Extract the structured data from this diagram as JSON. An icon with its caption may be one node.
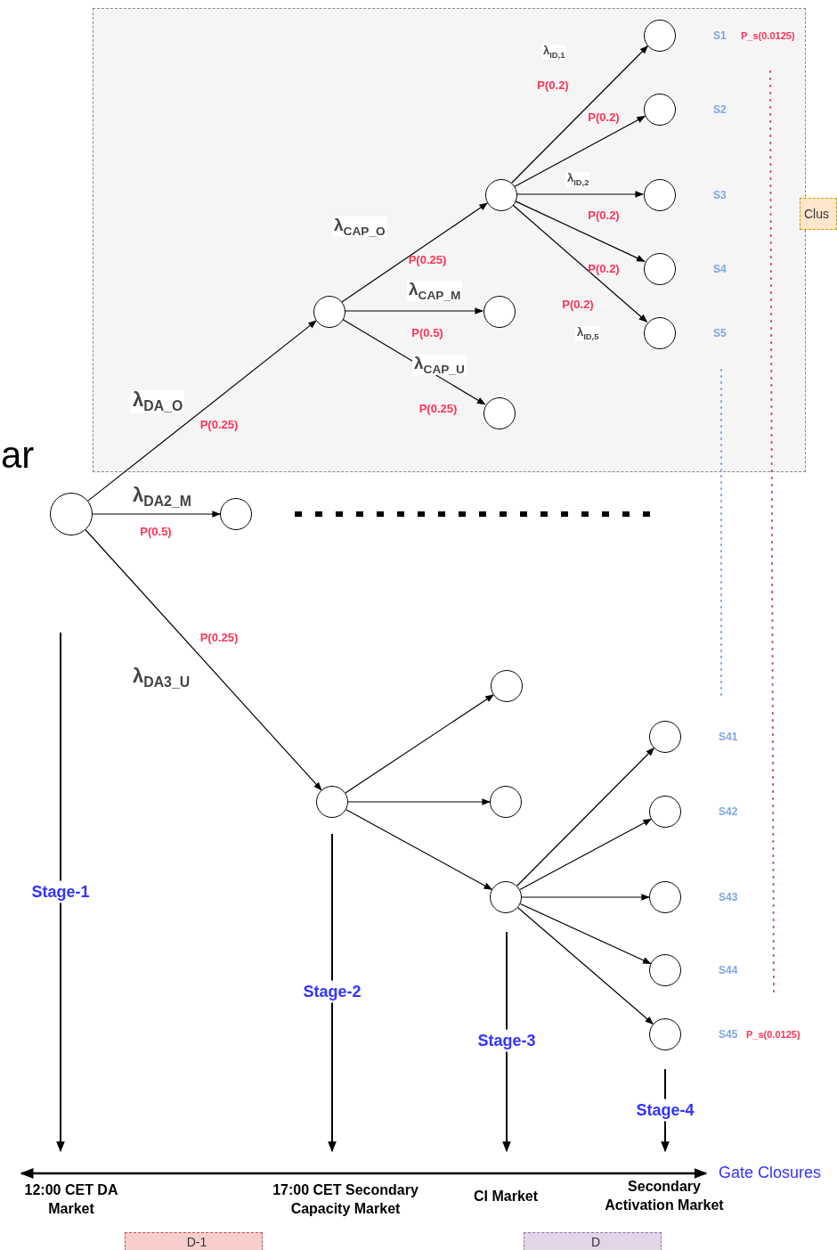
{
  "diagram": {
    "nodes": [
      {
        "text": [],
        "shape": "box"
      },
      {
        "text": [],
        "shape": "circle"
      },
      {
        "text": [],
        "shape": "circle",
        "in": 0
      },
      {
        "text": [],
        "shape": "circle",
        "in": 0
      },
      {
        "text": [],
        "shape": "circle",
        "in": 0
      },
      {
        "text": [],
        "shape": "circle",
        "in": 0
      },
      {
        "text": [],
        "shape": "circle",
        "in": 0,
        "beside": [
          "S1",
          "P_s(0.0125)"
        ]
      },
      {
        "text": [],
        "shape": "circle",
        "in": 0,
        "beside": [
          "S2"
        ]
      },
      {
        "text": [],
        "shape": "circle",
        "in": 0,
        "beside": [
          "S3"
        ]
      },
      {
        "text": [],
        "shape": "circle",
        "in": 0,
        "beside": [
          "S4"
        ]
      },
      {
        "text": [],
        "shape": "circle",
        "in": 0,
        "beside": [
          "S5"
        ]
      },
      {
        "text": [],
        "shape": "circle"
      },
      {
        "text": [],
        "shape": "circle"
      },
      {
        "text": [],
        "shape": "circle"
      },
      {
        "text": [],
        "shape": "circle"
      },
      {
        "text": [],
        "shape": "circle"
      },
      {
        "text": [],
        "shape": "circle",
        "beside": [
          "S41"
        ]
      },
      {
        "text": [],
        "shape": "circle",
        "beside": [
          "S42"
        ]
      },
      {
        "text": [],
        "shape": "circle",
        "beside": [
          "S43"
        ]
      },
      {
        "text": [],
        "shape": "circle",
        "beside": [
          "S44"
        ]
      },
      {
        "text": [],
        "shape": "circle",
        "beside": [
          "S45",
          "P_s(0.0125)"
        ]
      },
      {
        "text": [
          "Clus"
        ]
      },
      {
        "text": [
          "D-1"
        ]
      },
      {
        "text": [
          "D"
        ]
      }
    ],
    "edges": [
      {
        "from": 1,
        "to": 2,
        "arrow": "to",
        "label": "P(0.25)"
      },
      {
        "from": 1,
        "to": 11,
        "arrow": "to",
        "label": "P(0.5)"
      },
      {
        "from": 1,
        "to": 12,
        "arrow": "to",
        "label": "P(0.25)"
      },
      {
        "from": 2,
        "to": 3,
        "arrow": "to",
        "label": "P(0.25)"
      },
      {
        "from": 2,
        "to": 4,
        "arrow": "to",
        "label": "P(0.5)"
      },
      {
        "from": 2,
        "to": 5,
        "arrow": "to",
        "label": "P(0.25)"
      },
      {
        "from": 3,
        "to": 6,
        "arrow": "to",
        "label": "P(0.2)"
      },
      {
        "from": 3,
        "to": 7,
        "arrow": "to",
        "label": "P(0.2)"
      },
      {
        "from": 3,
        "to": 8,
        "arrow": "to",
        "label": "P(0.2)"
      },
      {
        "from": 3,
        "to": 9,
        "arrow": "to",
        "label": "P(0.2)"
      },
      {
        "from": 3,
        "to": 10,
        "arrow": "to",
        "label": "P(0.2)"
      },
      {
        "from": 12,
        "to": 13,
        "arrow": "to"
      },
      {
        "from": 12,
        "to": 14,
        "arrow": "to"
      },
      {
        "from": 12,
        "to": 15,
        "arrow": "to"
      },
      {
        "from": 15,
        "to": 16,
        "arrow": "to"
      },
      {
        "from": 15,
        "to": 17,
        "arrow": "to"
      },
      {
        "from": 15,
        "to": 18,
        "arrow": "to"
      },
      {
        "from": 15,
        "to": 19,
        "arrow": "to"
      },
      {
        "from": 15,
        "to": 20,
        "arrow": "to"
      }
    ],
    "labels": [
      "λ$_{ID,1}$",
      "λ$_{ID,2}$",
      "λ$_{CAP_O}$",
      "λ$_{CAP_M}$",
      "λ$_{ID,5}$",
      "λ$_{CAP_U}$",
      "λ$_{DA_O}$",
      "ar",
      "λ$_{DA2_M}$",
      "λ$_{DA3_U}$",
      "Stage-1",
      "Stage-2",
      "Stage-3",
      "Stage-4",
      "Gate Closures",
      "12:00 CET DA Market",
      "17:00 CET Secondary Capacity Market",
      "CI Market",
      "Secondary Activation Market"
    ]
  }
}
